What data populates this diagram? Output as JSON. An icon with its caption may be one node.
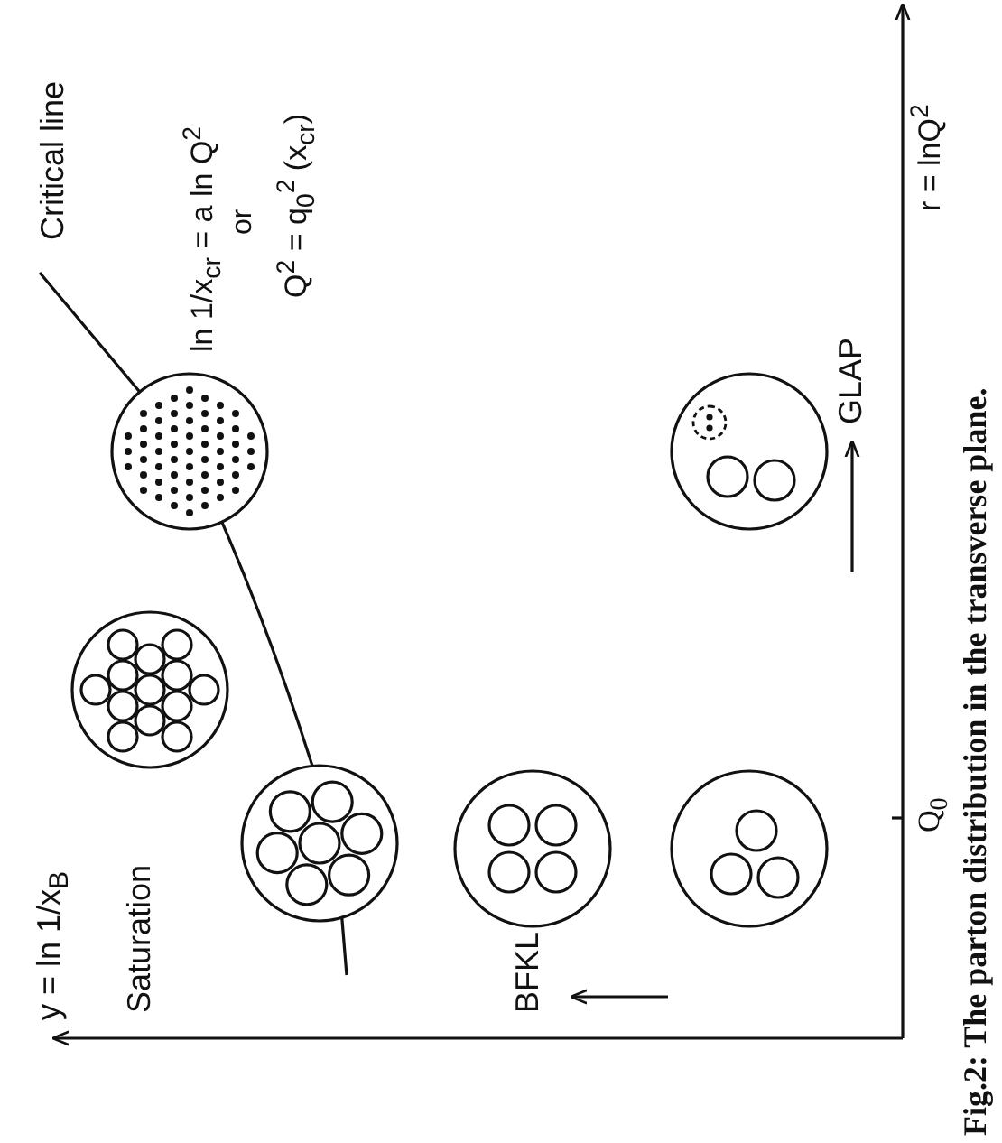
{
  "diagram": {
    "caption": "Fig.2: The parton distribution in the transverse plane.",
    "labels": [
      "y = ln 1/x$_{B}$",
      "Saturation",
      "Critical line",
      "ln 1/x$_{cr}$ = a ln Q$^{2}$",
      "or",
      "Q$^{2}$ = q$_{0}$$^{2}$ (x$_{cr}$)",
      "BFKL",
      "GLAP",
      "Q$_{0}$",
      "r = lnQ$^{2}$"
    ]
  }
}
